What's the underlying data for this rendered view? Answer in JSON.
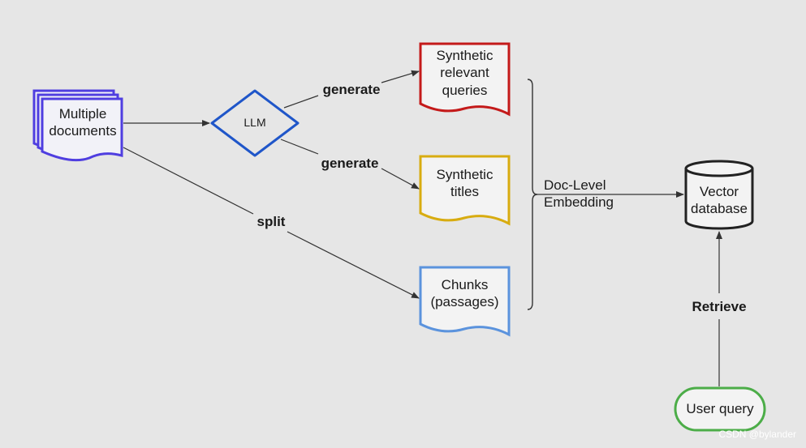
{
  "nodes": {
    "documents": "Multiple\ndocuments",
    "llm": "LLM",
    "queries": "Synthetic\nrelevant\nqueries",
    "titles": "Synthetic\ntitles",
    "chunks": "Chunks\n(passages)",
    "embedding": "Doc-Level\nEmbedding",
    "vectordb": "Vector\ndatabase",
    "userquery": "User query"
  },
  "edges": {
    "generate_queries": "generate",
    "generate_titles": "generate",
    "split": "split",
    "retrieve": "Retrieve"
  },
  "watermark": "CSDN @bylander",
  "colors": {
    "documents": "#4f3ee0",
    "llm": "#1f56c9",
    "queries": "#c41a1a",
    "titles": "#d8ac10",
    "chunks": "#5b93dd",
    "vectordb": "#222222",
    "userquery": "#4cad48"
  }
}
